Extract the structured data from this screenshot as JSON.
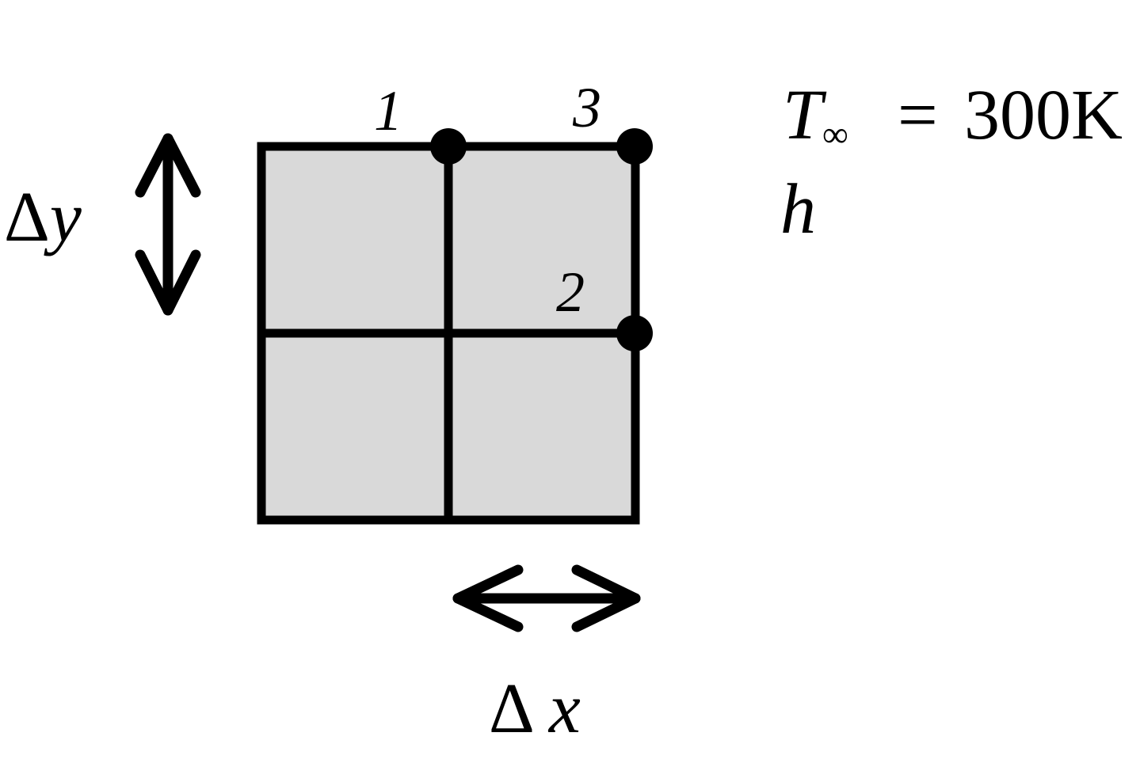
{
  "grid": {
    "fill_color": "#d9d9d9",
    "line_color": "#000000"
  },
  "nodes": [
    {
      "id": "node-1",
      "label": "1"
    },
    {
      "id": "node-2",
      "label": "2"
    },
    {
      "id": "node-3",
      "label": "3"
    }
  ],
  "dimensions": {
    "dy": {
      "delta": "Δ",
      "var": "y"
    },
    "dx": {
      "delta": "Δ",
      "var": "x"
    }
  },
  "boundary": {
    "t_inf": {
      "symbol": "T",
      "subscript": "∞",
      "equals": "=",
      "value": "300K"
    },
    "h": {
      "symbol": "h"
    }
  }
}
